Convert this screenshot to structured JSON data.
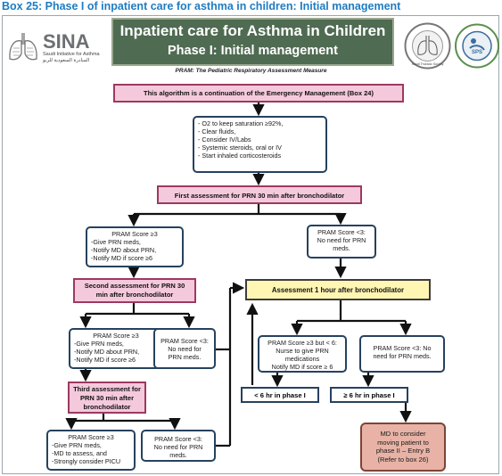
{
  "caption": "Box 25: Phase I of inpatient care for asthma in children: Initial management",
  "banner": {
    "line1": "Inpatient care for Asthma in Children",
    "line2": "Phase I: Initial management"
  },
  "subtitle": "PRAM: The Pediatric Respiratory Assessment Measure",
  "logos": {
    "sina": {
      "name": "SINA",
      "sub1": "Saudi Initiative for Asthma",
      "sub2": "المبادرة السعودية للربو"
    },
    "seal1": {
      "text": "Saudi Thoracic Society"
    },
    "seal2": {
      "text": "SPS"
    }
  },
  "colors": {
    "pink_fill": "#f5c9dc",
    "yellow_fill": "#fff6b3",
    "brown_fill": "#e8b3a6",
    "banner": "#4f6b52",
    "caption": "#1f7cc2"
  },
  "boxes": {
    "continuation": "This algorithm is a continuation of the Emergency Management (Box 24)",
    "initial_orders": [
      "- O2 to keep saturation ≥92%,",
      "- Clear fluids,",
      "- Consider IV/Labs",
      "- Systemic steroids, oral or IV",
      "- Start inhaled corticosteroids"
    ],
    "first_assessment": "First assessment for PRN 30 min after bronchodilator",
    "pram3_a": [
      "PRAM Score ≥3",
      "-Give PRN meds,",
      "-Notify MD about PRN,",
      "-Notify MD if score ≥6"
    ],
    "pram_lt3_a": [
      "PRAM Score <3:",
      "No need for PRN",
      "meds."
    ],
    "second_assessment": [
      "Second assessment for PRN 30",
      "min after bronchodilator"
    ],
    "assessment_1hr": "Assessment 1 hour after bronchodilator",
    "pram3_b": [
      "PRAM Score ≥3",
      "-Give PRN meds,",
      "-Notify MD about PRN,",
      "-Notify MD if score ≥6"
    ],
    "pram_lt3_b": [
      "PRAM Score <3:",
      "No need for",
      "PRN meds."
    ],
    "third_assessment": [
      "Third assessment for",
      "PRN 30 min after",
      "bronchodilator"
    ],
    "pram3_c": [
      "PRAM Score ≥3",
      "-Give PRN meds,",
      "-MD to assess, and",
      "-Strongly consider PICU"
    ],
    "pram_lt3_c": [
      "PRAM Score <3:",
      "No need for PRN",
      "meds."
    ],
    "pram_3to6": [
      "PRAM Score ≥3 but < 6:",
      "Nurse to give PRN",
      "medications",
      "Notify MD if score ≥ 6"
    ],
    "pram_lt3_d": [
      "PRAM Score <3: No",
      "need for PRN meds."
    ],
    "lt6hr": "< 6 hr in phase I",
    "ge6hr": "≥ 6 hr in phase I",
    "md_consider": [
      "MD to consider",
      "moving patient to",
      "phase II – Entry B",
      "(Refer to box 26)"
    ]
  }
}
